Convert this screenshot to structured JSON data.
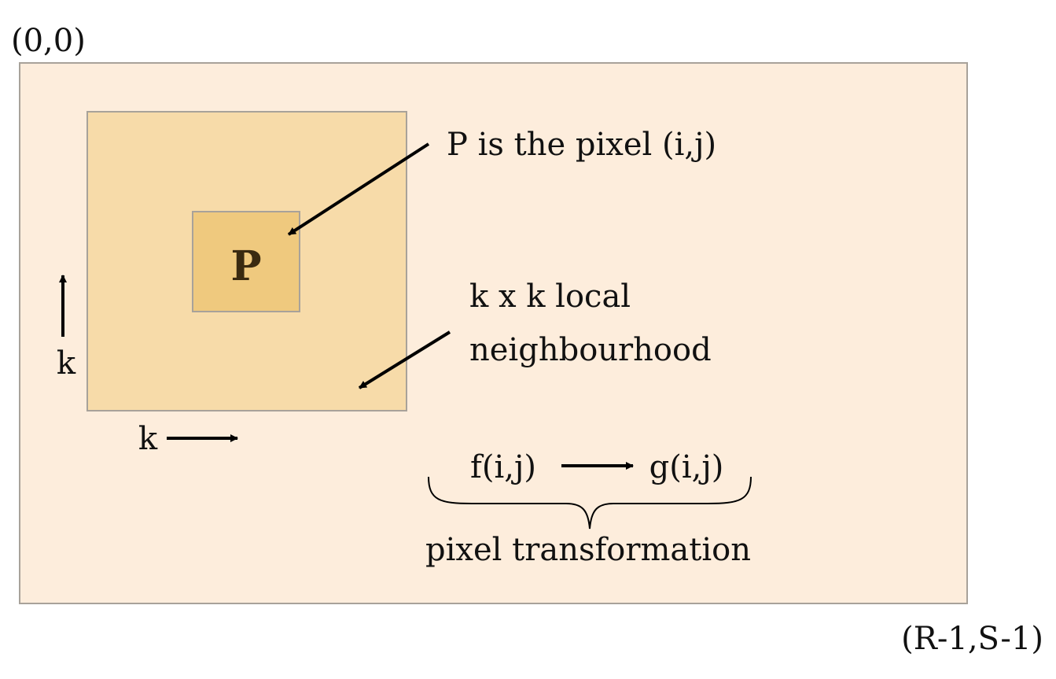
{
  "corners": {
    "top_left": "(0,0)",
    "bottom_right": "(R-1,S-1)"
  },
  "pixel": {
    "symbol": "P",
    "caption": "P is the pixel (i,j)"
  },
  "neighbourhood": {
    "caption_line1": "k x k local",
    "caption_line2": "neighbourhood",
    "side_label_vertical": "k",
    "side_label_horizontal": "k"
  },
  "transformation": {
    "input": "f(i,j)",
    "output": "g(i,j)",
    "caption": "pixel transformation"
  },
  "colors": {
    "image_fill": "#FDEDDC",
    "neighbourhood_fill": "#F7DBA9",
    "pixel_fill": "#EFC97E",
    "border": "#A8A29A",
    "pixel_text": "#3A2A10",
    "arrow": "#000000"
  }
}
